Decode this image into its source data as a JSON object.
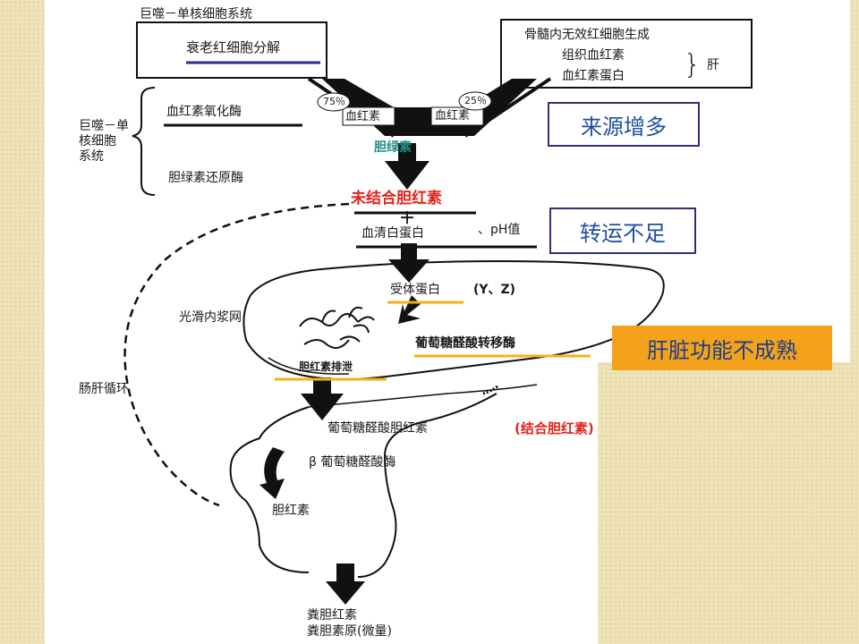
{
  "texts": {
    "mps_top": "巨噬－单核细胞系统",
    "senescent": "衰老红细胞分解",
    "marrow": "骨髓内无效红细胞生成",
    "tissue_hb": "组织血红素",
    "hemoprotein": "血红素蛋白",
    "liver_brace": "}",
    "liver": "肝",
    "pct75": "75％",
    "pct25": "25％",
    "heme_left": "血红素",
    "heme_right": "血红素",
    "mps_side": "巨噬－单\n核细胞\n系统",
    "ho_enzyme": "血红素氧化酶",
    "bv_reductase": "胆绿素还原酶",
    "biliverdin": "胆绿素",
    "unconj": "未结合胆红素",
    "plus": "＋",
    "albumin": "血清白蛋白",
    "ph": "、pH值",
    "receptor": "受体蛋白",
    "yz": "(Y、Z)",
    "ser": "光滑内浆网",
    "ugt": "葡萄糖醛酸转移酶",
    "excretion": "胆红素排泄",
    "enterohepatic": "肠肝循环",
    "glucuronide": "葡萄糖醛酸胆红素",
    "conj": "(结合胆红素)",
    "beta_glu": "β 葡萄糖醛酸酶",
    "bilirubin": "胆红素",
    "stool1": "粪胆红素",
    "stool2": "粪胆素原(微量)"
  },
  "callouts": {
    "source": "来源增多",
    "transport": "转运不足",
    "liver_immature": "肝脏功能不成熟"
  },
  "colors": {
    "background": "#efe3b8",
    "red_text": "#e0251b",
    "teal_text": "#1f8f86",
    "blue_callout": "#1f4fa0",
    "callout_border": "#2f2f7a",
    "orange_fill": "#f5a21b",
    "underline_navy": "#2b2b8c",
    "underline_gold": "#f2b21a"
  }
}
